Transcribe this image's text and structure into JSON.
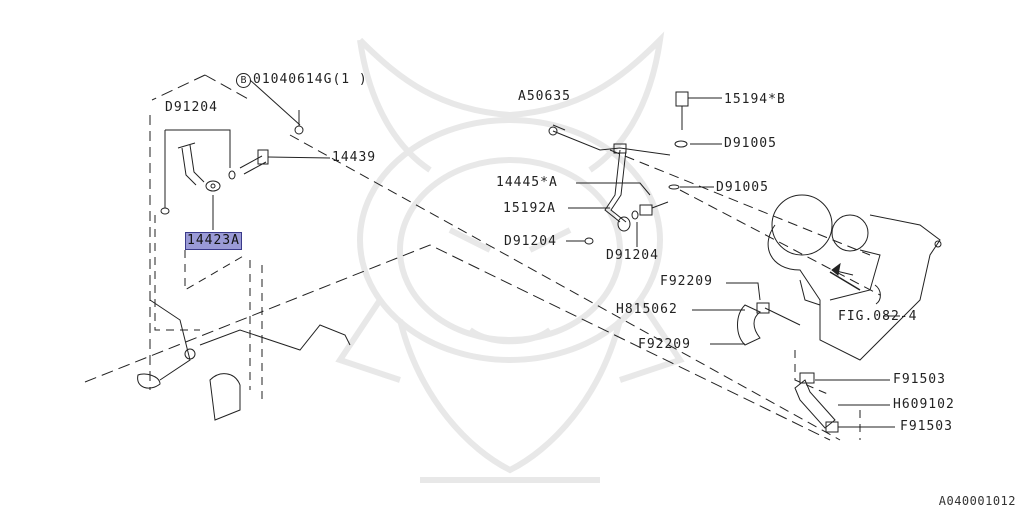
{
  "labels": {
    "bolt_b": "01040614G(1 )",
    "bolt_b_badge": "B",
    "d91204_top": "D91204",
    "p14439": "14439",
    "p14423a": "14423A",
    "a50635": "A50635",
    "p15194b": "15194*B",
    "d91005_a": "D91005",
    "p14445a": "14445*A",
    "d91005_b": "D91005",
    "p15192a": "15192A",
    "d91204_left": "D91204",
    "d91204_right": "D91204",
    "f92209_top": "F92209",
    "h815062": "H815062",
    "f92209_bottom": "F92209",
    "fig0824": "FIG.082-4",
    "f91503_top": "F91503",
    "h609102": "H609102",
    "f91503_bottom": "F91503"
  },
  "diagram_code": "A040001012",
  "colors": {
    "highlight": "#9a9ad6",
    "line": "#222222",
    "watermark": "#e6e6e6"
  }
}
